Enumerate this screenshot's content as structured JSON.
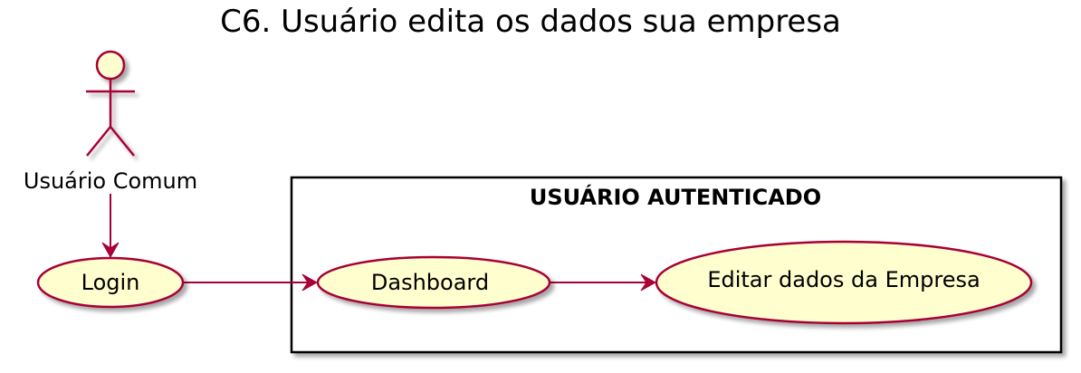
{
  "diagram": {
    "title": "C6. Usuário edita os dados sua empresa",
    "actor": {
      "label": "Usuário Comum"
    },
    "system_boundary": {
      "title": "USUÁRIO AUTENTICADO"
    },
    "use_cases": [
      {
        "label": "Login"
      },
      {
        "label": "Dashboard"
      },
      {
        "label": "Editar dados da Empresa"
      }
    ],
    "colors": {
      "use_case_fill": "#FEFECE",
      "border": "#A80036",
      "boundary_border": "#000000"
    }
  }
}
